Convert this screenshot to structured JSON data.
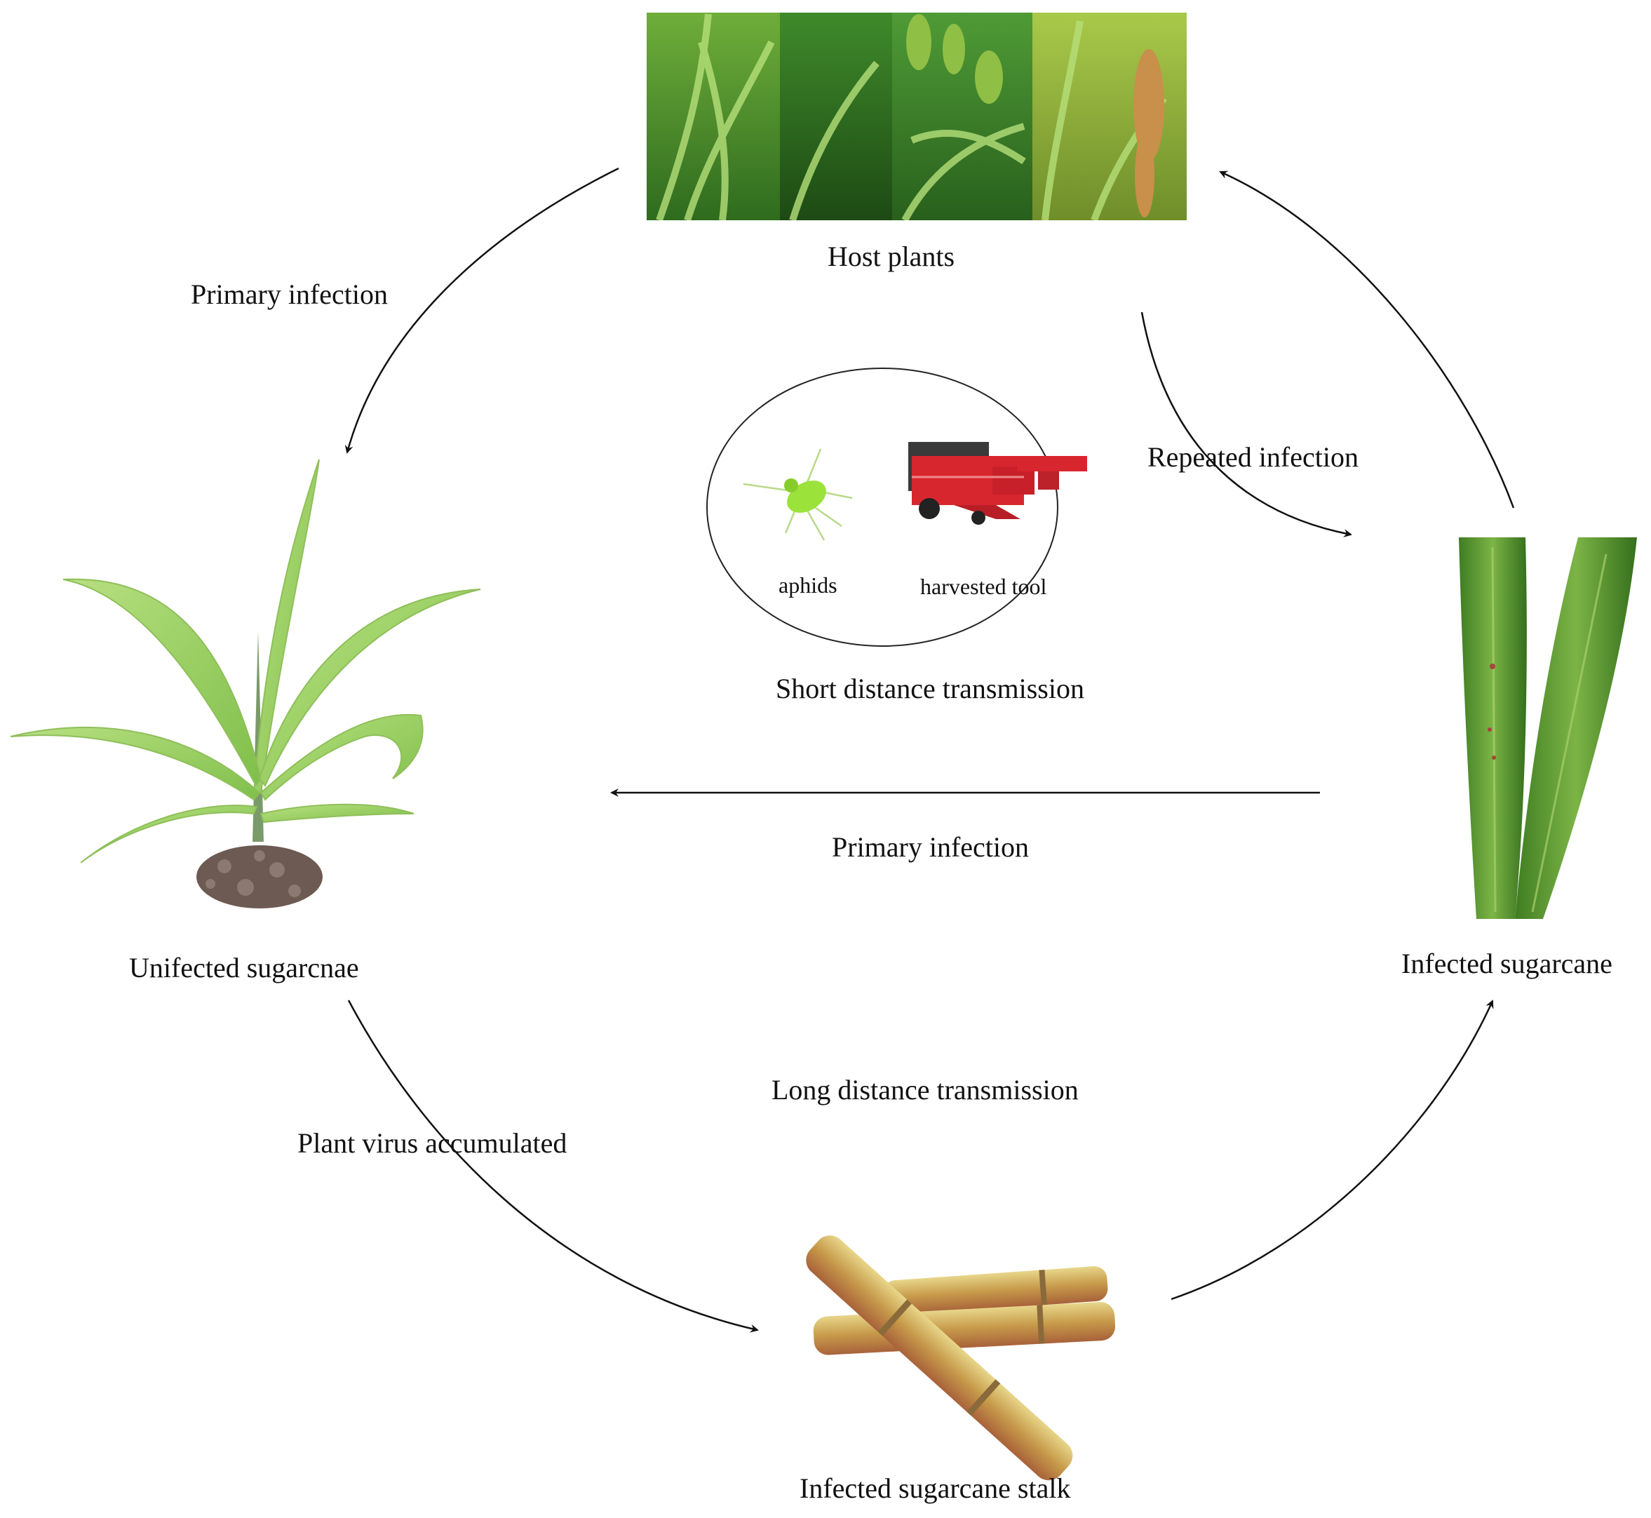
{
  "nodes": {
    "host_plants": "Host plants",
    "uninfected": "Unifected sugarcnae",
    "infected_leaf": "Infected sugarcane",
    "infected_stalk": "Infected sugarcane stalk"
  },
  "center": {
    "aphids": "aphids",
    "harvest_tool": "harvested tool",
    "short_distance": "Short distance transmission",
    "long_distance": "Long distance transmission"
  },
  "edges": {
    "primary_infection_left": "Primary infection",
    "repeated_infection": "Repeated infection",
    "primary_infection_middle": "Primary infection",
    "virus_accumulated": "Plant virus accumulated"
  },
  "colors": {
    "arrow": "#111111",
    "leaf_light": "#b5e07a",
    "leaf_dark": "#5f9a2a",
    "aphid": "#9be23a",
    "harvester": "#d8262e",
    "stalk": "#d9c36a"
  },
  "icons": [
    "grass-photo-strip",
    "sugarcane-seedling",
    "infected-leaves",
    "sugarcane-stalks",
    "aphid-icon",
    "harvester-icon"
  ]
}
